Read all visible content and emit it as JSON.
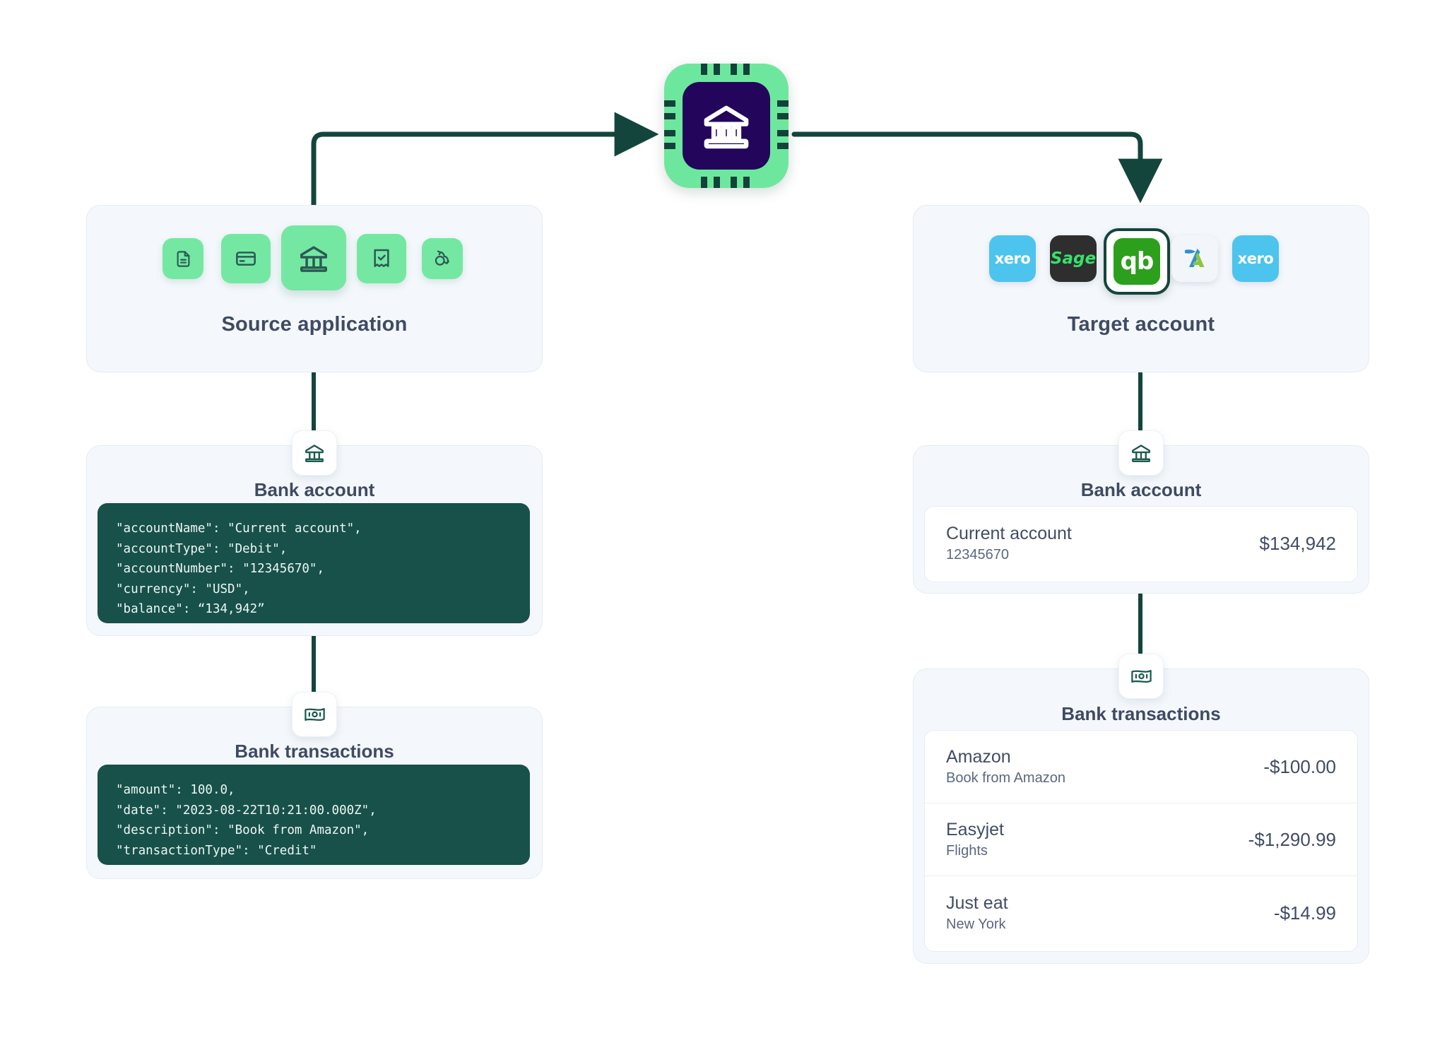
{
  "hub": {
    "icon": "bank-chip-icon",
    "colors": {
      "shell": "#6ee79e",
      "core": "#23055c",
      "pins": "#11433a"
    }
  },
  "source_panel": {
    "title": "Source application",
    "icons": [
      {
        "name": "document-icon",
        "selected": false
      },
      {
        "name": "credit-card-icon",
        "selected": false
      },
      {
        "name": "bank-icon",
        "selected": true
      },
      {
        "name": "receipt-check-icon",
        "selected": false
      },
      {
        "name": "sync-refresh-icon",
        "selected": false
      }
    ]
  },
  "target_panel": {
    "title": "Target account",
    "logos": [
      {
        "name": "xero-logo",
        "label": "xero",
        "selected": false
      },
      {
        "name": "sage-logo",
        "label": "Sage",
        "selected": false
      },
      {
        "name": "quickbooks-logo",
        "label": "qb",
        "selected": true
      },
      {
        "name": "freeagent-logo",
        "label": "A",
        "selected": false
      },
      {
        "name": "xero-logo-2",
        "label": "xero",
        "selected": false
      }
    ]
  },
  "source_bank_account": {
    "badge_icon": "bank-icon",
    "title": "Bank account",
    "code": "\"accountName\": \"Current account\",\n\"accountType\": \"Debit\",\n\"accountNumber\": \"12345670\",\n\"currency\": \"USD\",\n\"balance\": “134,942”"
  },
  "source_bank_transactions": {
    "badge_icon": "banknote-icon",
    "title": "Bank transactions",
    "code": "\"amount\": 100.0,\n\"date\": \"2023-08-22T10:21:00.000Z\",\n\"description\": \"Book from Amazon\",\n\"transactionType\": \"Credit\""
  },
  "target_bank_account": {
    "badge_icon": "bank-icon",
    "title": "Bank account",
    "account": {
      "name": "Current account",
      "number": "12345670",
      "balance": "$134,942"
    }
  },
  "target_bank_transactions": {
    "badge_icon": "banknote-icon",
    "title": "Bank transactions",
    "transactions": [
      {
        "merchant": "Amazon",
        "description": "Book from Amazon",
        "amount": "-$100.00"
      },
      {
        "merchant": "Easyjet",
        "description": "Flights",
        "amount": "-$1,290.99"
      },
      {
        "merchant": "Just eat",
        "description": "New York",
        "amount": "-$14.99"
      }
    ]
  },
  "theme": {
    "wire": "#13453c",
    "panel_bg": "#f4f8fc",
    "panel_border": "#e4ecf4",
    "code_bg": "#17514a",
    "heading": "#3f4a63",
    "tile_green": "#74e8a2"
  }
}
